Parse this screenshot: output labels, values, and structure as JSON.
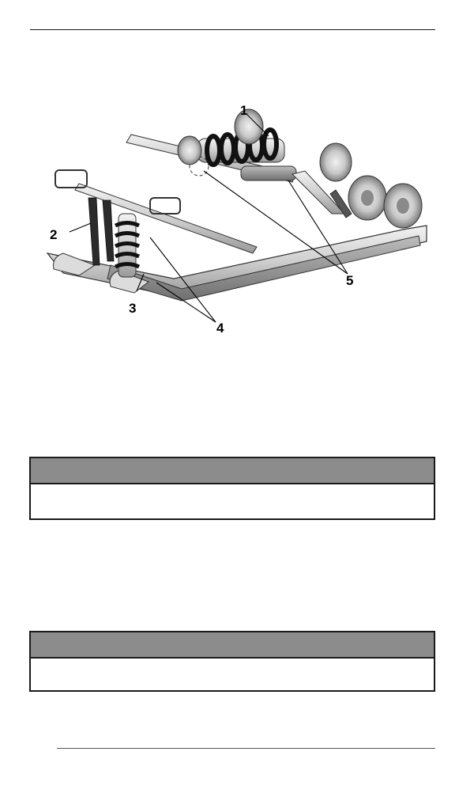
{
  "figure": {
    "callouts": [
      {
        "id": "callout-1",
        "label": "1"
      },
      {
        "id": "callout-2",
        "label": "2"
      },
      {
        "id": "callout-3",
        "label": "3"
      },
      {
        "id": "callout-4",
        "label": "4"
      },
      {
        "id": "callout-5",
        "label": "5"
      }
    ]
  },
  "colors": {
    "box_header": "#8c8c8c",
    "border": "#1a1a1a"
  }
}
